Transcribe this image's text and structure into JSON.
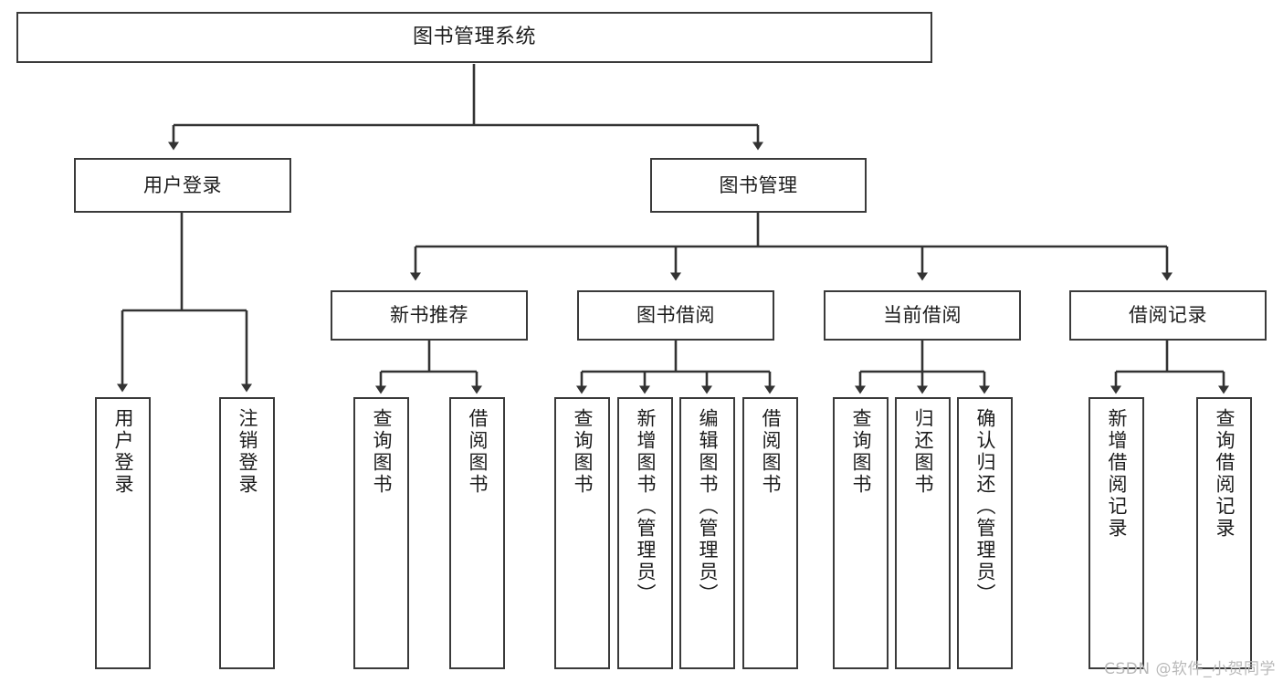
{
  "diagram": {
    "title": "图书管理系统",
    "type": "tree-structure-chart",
    "watermark": "CSDN @软件_小贺同学",
    "colors": {
      "background": "#ffffff",
      "box_border": "#3a3a3a",
      "box_fill": "#ffffff",
      "text": "#1c1c1c",
      "edge": "#333333",
      "watermark": "#b9b9b9"
    },
    "levels": {
      "root": {
        "label": "图书管理系统"
      },
      "level2": [
        {
          "id": "user-login",
          "label": "用户登录"
        },
        {
          "id": "book-manage",
          "label": "图书管理"
        }
      ],
      "level3": [
        {
          "id": "new-book-recommend",
          "label": "新书推荐",
          "parent": "book-manage"
        },
        {
          "id": "book-borrow",
          "label": "图书借阅",
          "parent": "book-manage"
        },
        {
          "id": "current-borrow",
          "label": "当前借阅",
          "parent": "book-manage"
        },
        {
          "id": "borrow-record",
          "label": "借阅记录",
          "parent": "book-manage"
        }
      ],
      "leaves": [
        {
          "id": "leaf-user-login",
          "label": "用户登录",
          "parent": "user-login"
        },
        {
          "id": "leaf-user-logout",
          "label": "注销登录",
          "parent": "user-login"
        },
        {
          "id": "leaf-query-book-1",
          "label": "查询图书",
          "parent": "new-book-recommend"
        },
        {
          "id": "leaf-borrow-book-1",
          "label": "借阅图书",
          "parent": "new-book-recommend"
        },
        {
          "id": "leaf-query-book-2",
          "label": "查询图书",
          "parent": "book-borrow"
        },
        {
          "id": "leaf-add-book",
          "label": "新增图书（管理员）",
          "parent": "book-borrow"
        },
        {
          "id": "leaf-edit-book",
          "label": "编辑图书（管理员）",
          "parent": "book-borrow"
        },
        {
          "id": "leaf-borrow-book-2",
          "label": "借阅图书",
          "parent": "book-borrow"
        },
        {
          "id": "leaf-query-book-3",
          "label": "查询图书",
          "parent": "current-borrow"
        },
        {
          "id": "leaf-return-book",
          "label": "归还图书",
          "parent": "current-borrow"
        },
        {
          "id": "leaf-confirm-return",
          "label": "确认归还（管理员）",
          "parent": "current-borrow"
        },
        {
          "id": "leaf-add-record",
          "label": "新增借阅记录",
          "parent": "borrow-record"
        },
        {
          "id": "leaf-query-record",
          "label": "查询借阅记录",
          "parent": "borrow-record"
        }
      ]
    }
  }
}
